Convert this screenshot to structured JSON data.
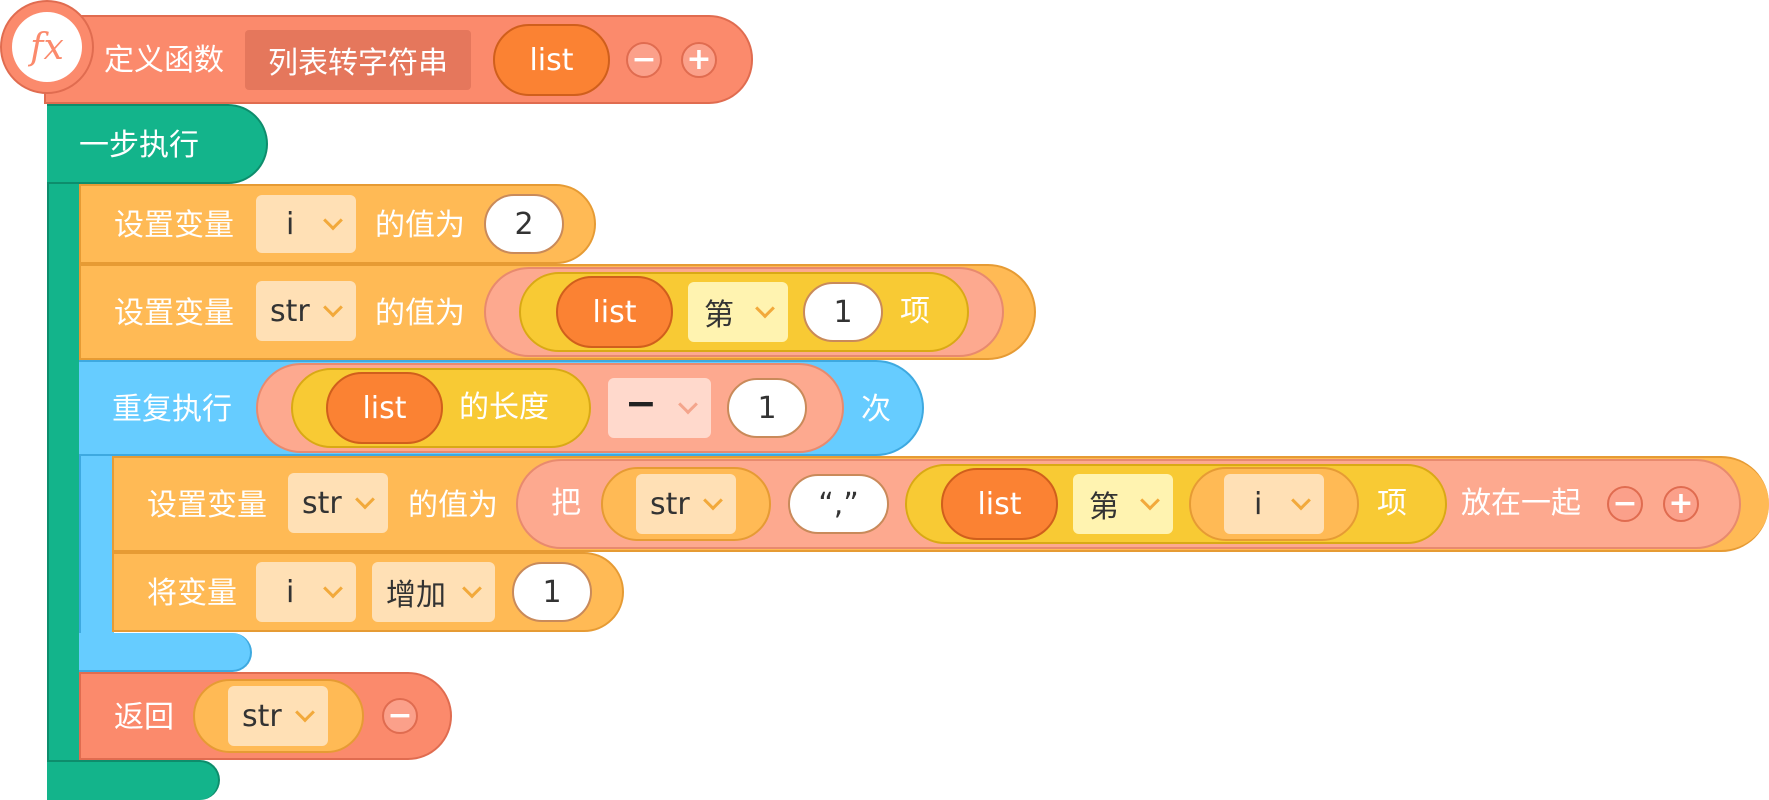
{
  "define_func": {
    "icon": "fx",
    "label": "定义函数",
    "name": "列表转字符串",
    "param": "list",
    "minus": "−",
    "plus": "+"
  },
  "do_block": {
    "label": "一步执行"
  },
  "set_i": {
    "label": "设置变量",
    "var": "i",
    "mid": "的值为",
    "value": "2"
  },
  "set_str": {
    "label": "设置变量",
    "var": "str",
    "mid": "的值为",
    "list": "list",
    "nth": "第",
    "index": "1",
    "suffix": "项"
  },
  "repeat": {
    "label": "重复执行",
    "list": "list",
    "length": "的长度",
    "op": "−",
    "value": "1",
    "suffix": "次"
  },
  "set_str2": {
    "label": "设置变量",
    "var": "str",
    "mid": "的值为",
    "join_prefix": "把",
    "var2": "str",
    "sep": "“,”",
    "list": "list",
    "nth": "第",
    "index_var": "i",
    "suffix": "项",
    "join_suffix": "放在一起",
    "minus": "−",
    "plus": "+"
  },
  "inc_i": {
    "label": "将变量",
    "var": "i",
    "op": "增加",
    "value": "1"
  },
  "ret": {
    "label": "返回",
    "var": "str",
    "minus": "−"
  },
  "colors": {
    "function": "#fb8a6c",
    "do_block": "#13b48b",
    "variable": "#ffba55",
    "repeat": "#66ccff",
    "list_var": "#fb8233",
    "list_op": "#f8ca34",
    "string_op": "#fda98f"
  }
}
